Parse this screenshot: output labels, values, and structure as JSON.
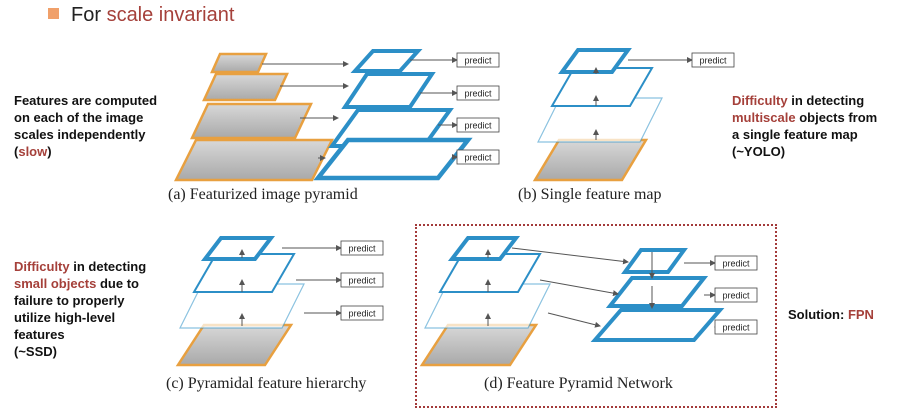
{
  "heading": {
    "prefix": "For ",
    "highlight": "scale invariant"
  },
  "predict_label": "predict",
  "notes": {
    "pyramid": {
      "line1": "Features are computed",
      "line2": "on each of the image",
      "line3": "scales independently",
      "line4_open": "(",
      "line4_hl": "slow",
      "line4_close": ")"
    },
    "single": {
      "line1_hl": "Difficulty",
      "line1": " in detecting",
      "line2_hl": "multiscale",
      "line2": " objects from",
      "line3": "a single feature map",
      "line4": "(~YOLO)"
    },
    "hierarchy": {
      "line1_hl": "Difficulty",
      "line1": " in detecting",
      "line2_hl": "small objects",
      "line2": " due to",
      "line3": "failure to properly",
      "line4": "utilize high-level",
      "line5": "features",
      "line6": "(~SSD)"
    },
    "solution": {
      "label": "Solution: ",
      "highlight": "FPN"
    }
  },
  "captions": {
    "a": "(a) Featurized image pyramid",
    "b": "(b) Single feature map",
    "c": "(c) Pyramidal feature hierarchy",
    "d": "(d) Feature Pyramid Network"
  },
  "colors": {
    "accent": "#a5403a",
    "feature_blue": "#2c8fc7",
    "image_orange": "#e8a040",
    "bullet": "#f0a06a"
  }
}
